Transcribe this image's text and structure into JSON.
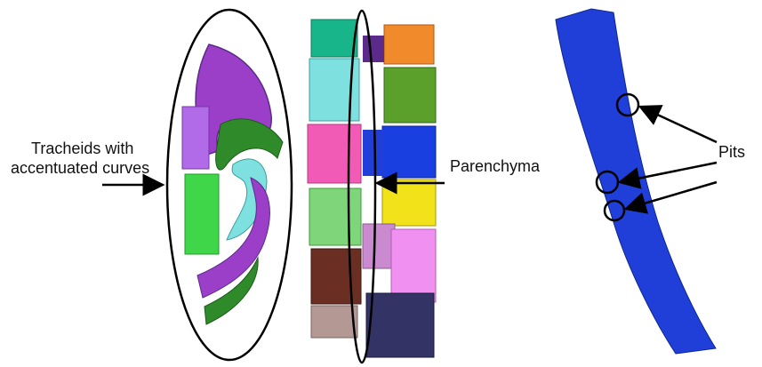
{
  "labels": {
    "tracheids_line1": "Tracheids with",
    "tracheids_line2": "accentuated curves",
    "parenchyma": "Parenchyma",
    "pits": "Pits"
  },
  "colors": {
    "purple": "#9b3fc9",
    "green_bright": "#3fd64a",
    "green_dark": "#2f8a2a",
    "cyan": "#7fe0e0",
    "teal": "#18b58a",
    "orange": "#f08a2a",
    "olive_green": "#5aa02a",
    "pink": "#f25bb5",
    "blue": "#1a3fe0",
    "light_green": "#7fd67a",
    "yellow": "#f2e21a",
    "brown": "#6a2f22",
    "lavender": "#c98ad0",
    "magenta_light": "#f090f0",
    "dusty_rose": "#b49894",
    "navy": "#333366",
    "violet": "#5b2a8a",
    "royal_blue": "#1f3fd8"
  }
}
